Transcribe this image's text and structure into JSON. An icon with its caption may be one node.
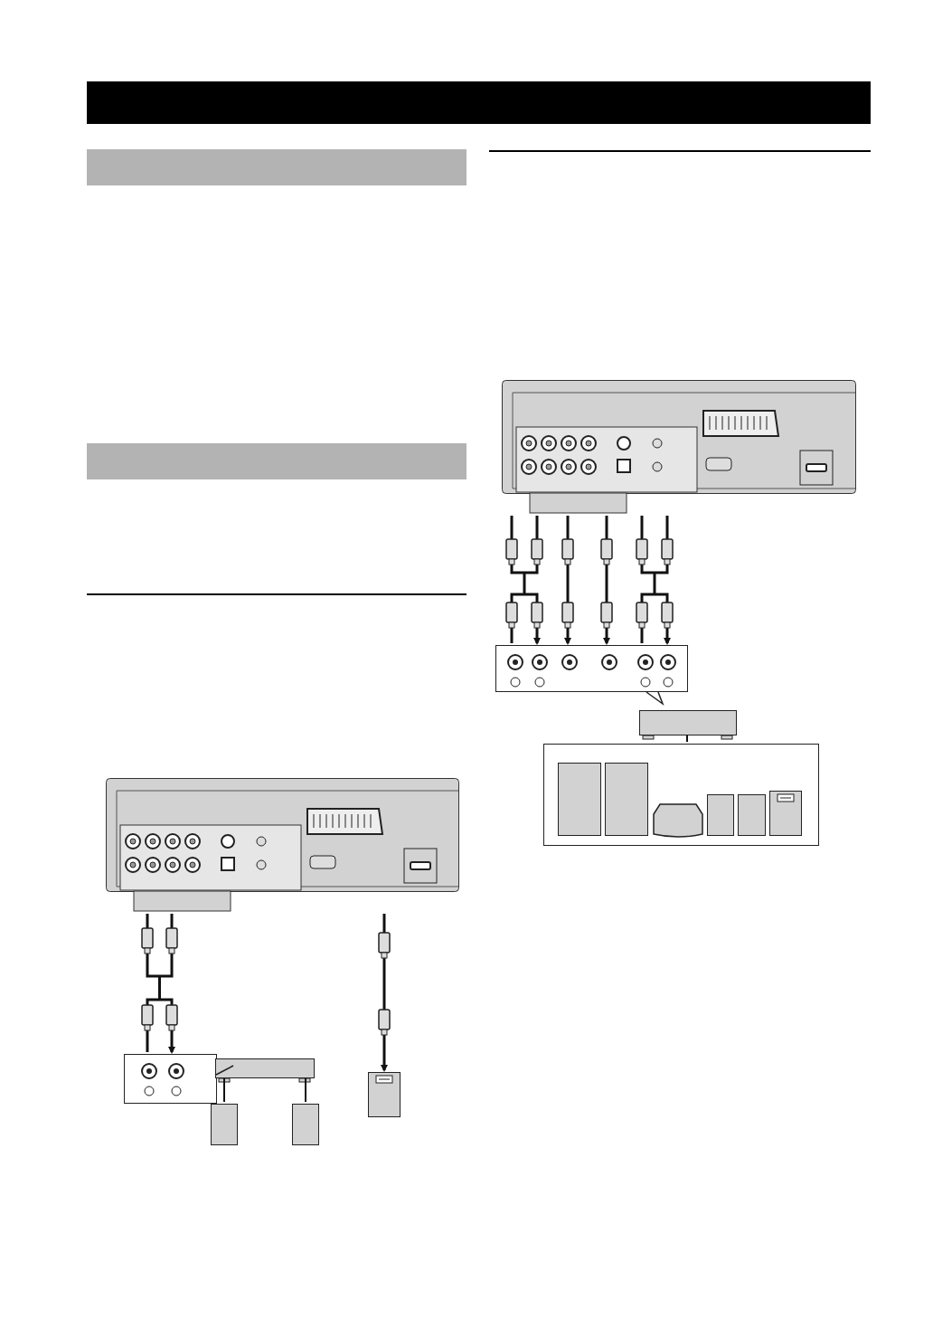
{
  "diagram": {
    "nodes": [
      {
        "text": [],
        "shape": "box"
      },
      {
        "text": [],
        "shape": "box"
      },
      {
        "text": [],
        "shape": "box"
      },
      {
        "text": [],
        "shape": "box"
      },
      {
        "text": [],
        "shape": "box"
      },
      {
        "text": [],
        "shape": "box"
      },
      {
        "text": [],
        "shape": "box"
      },
      {
        "text": [],
        "shape": "box"
      },
      {
        "text": [],
        "shape": "box"
      },
      {
        "text": [],
        "shape": "box"
      },
      {
        "text": [],
        "shape": "box",
        "in": 9
      },
      {
        "text": [],
        "shape": "box",
        "in": 9
      },
      {
        "text": [],
        "shape": "box",
        "in": 9
      },
      {
        "text": [],
        "shape": "box",
        "in": 9
      },
      {
        "text": [],
        "shape": "box",
        "in": 9
      },
      {
        "text": [],
        "shape": "box",
        "in": 9
      },
      {
        "text": [],
        "shape": "bar"
      },
      {
        "text": [],
        "shape": "bar"
      }
    ],
    "edges": [
      {
        "from": 0,
        "to": 1,
        "arrow": "to"
      },
      {
        "from": 0,
        "to": 5,
        "arrow": "to"
      },
      {
        "from": 2,
        "to": 3,
        "arrow": "none"
      },
      {
        "from": 2,
        "to": 4,
        "arrow": "none"
      },
      {
        "from": 6,
        "to": 7,
        "arrow": "to"
      },
      {
        "from": 6,
        "to": 7,
        "arrow": "to"
      },
      {
        "from": 6,
        "to": 7,
        "arrow": "to"
      },
      {
        "from": 6,
        "to": 7,
        "arrow": "to"
      },
      {
        "from": 8,
        "to": 9,
        "arrow": "none"
      }
    ]
  }
}
